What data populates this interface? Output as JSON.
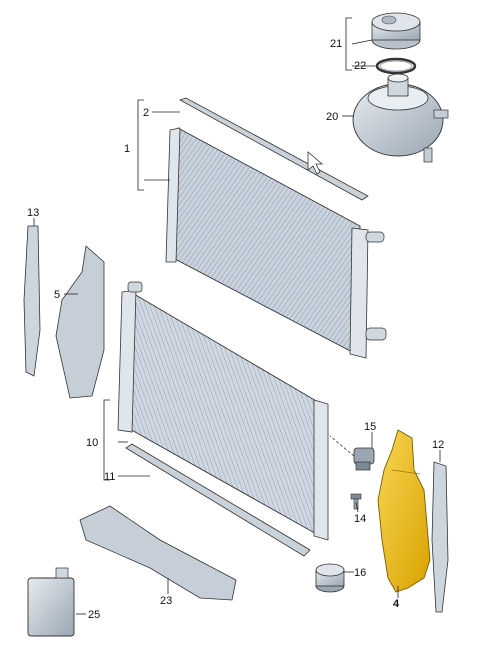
{
  "highlight_color": "#f2c21b",
  "parts": {
    "p1": {
      "number": "1"
    },
    "p2": {
      "number": "2"
    },
    "p4": {
      "number": "4"
    },
    "p5": {
      "number": "5"
    },
    "p10": {
      "number": "10"
    },
    "p11": {
      "number": "11"
    },
    "p12": {
      "number": "12"
    },
    "p13": {
      "number": "13"
    },
    "p14": {
      "number": "14"
    },
    "p15": {
      "number": "15"
    },
    "p16": {
      "number": "16"
    },
    "p20": {
      "number": "20"
    },
    "p21": {
      "number": "21"
    },
    "p22": {
      "number": "22"
    },
    "p23": {
      "number": "23"
    },
    "p25": {
      "number": "25"
    }
  }
}
